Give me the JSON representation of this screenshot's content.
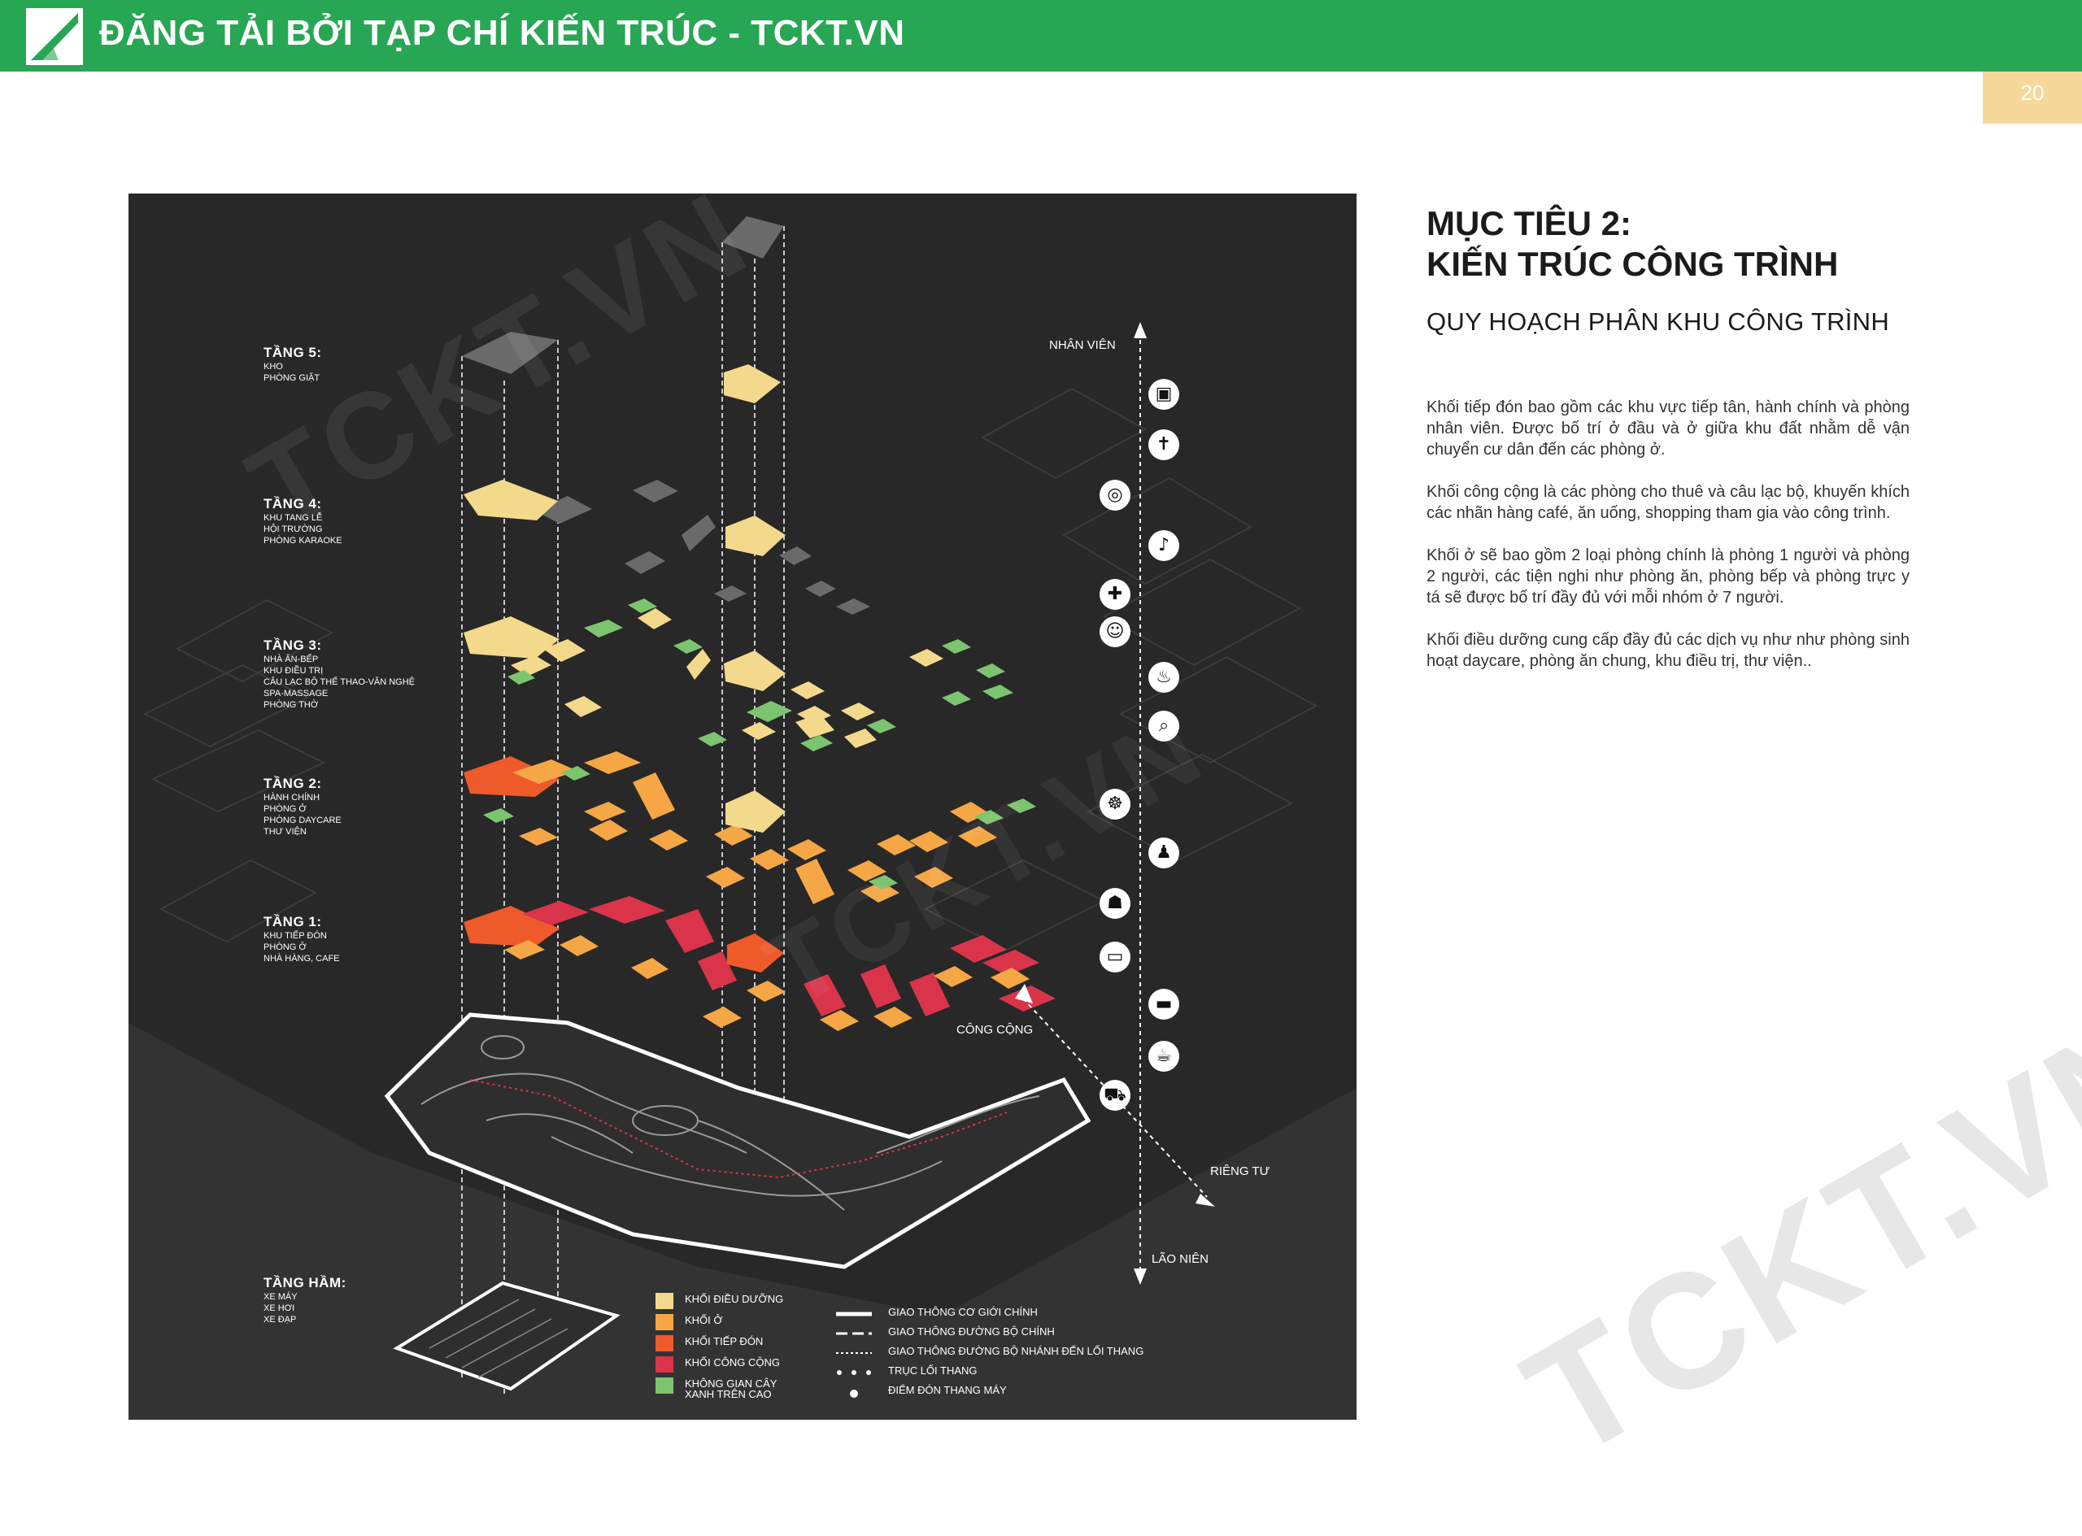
{
  "banner": {
    "title": "ĐĂNG TẢI BỞI TẠP CHÍ KIẾN TRÚC - TCKT.VN",
    "color": "#27a654"
  },
  "page_number": "20",
  "side": {
    "title_line1": "MỤC TIÊU 2:",
    "title_line2": "KIẾN TRÚC CÔNG TRÌNH",
    "subtitle": "QUY HOẠCH PHÂN KHU CÔNG TRÌNH",
    "paragraphs": [
      "Khối tiếp đón bao gồm các khu vực tiếp tân, hành chính và phòng nhân viên. Được bố trí ở đầu và ở giữa khu đất nhằm dễ vận chuyển cư dân đến các phòng ở.",
      "Khối công cộng là các phòng cho thuê và câu lạc bộ, khuyến khích các nhãn hàng café, ăn uống, shopping tham gia vào công trình.",
      "Khối ở sẽ bao gồm 2 loại phòng chính là phòng 1 người và phòng 2 người, các tiện nghi như phòng ăn, phòng bếp và phòng trực y tá sẽ được bố trí đầy đủ với mỗi nhóm ở 7 người.",
      "Khối điều dưỡng cung cấp đầy đủ các dịch vụ như như phòng sinh hoạt daycare, phòng ăn chung, khu điều trị, thư viện.."
    ]
  },
  "floors": [
    {
      "title": "TẦNG 5:",
      "lines": [
        "KHO",
        "PHÒNG GIẶT"
      ]
    },
    {
      "title": "TẦNG 4:",
      "lines": [
        "KHU TANG LỄ",
        "HỘI TRƯỜNG",
        "PHÒNG KARAOKE"
      ]
    },
    {
      "title": "TẦNG 3:",
      "lines": [
        "NHÀ ĂN-BẾP",
        "KHU ĐIỀU TRỊ",
        "CÂU LẠC BỘ THỂ THAO-VĂN NGHỆ",
        "SPA-MASSAGE",
        "PHÒNG THỜ"
      ]
    },
    {
      "title": "TẦNG 2:",
      "lines": [
        "HÀNH CHÍNH",
        "PHÒNG Ở",
        "PHÒNG DAYCARE",
        "THƯ VIỆN"
      ]
    },
    {
      "title": "TẦNG 1:",
      "lines": [
        "KHU TIẾP ĐÓN",
        "PHÒNG Ở",
        "NHÀ HÀNG, CAFE"
      ]
    },
    {
      "title": "TẦNG HẦM:",
      "lines": [
        "XE MÁY",
        "XE HƠI",
        "XE ĐẠP"
      ]
    }
  ],
  "axes": {
    "top": "NHÂN VIÊN",
    "bottom": "LÃO NIÊN",
    "public": "CÔNG CỘNG",
    "private": "RIÊNG TƯ"
  },
  "icons": [
    {
      "name": "washing-machine-icon",
      "glyph": "▣"
    },
    {
      "name": "coffin-icon",
      "glyph": "✝"
    },
    {
      "name": "film-reel-icon",
      "glyph": "◎"
    },
    {
      "name": "microphone-icon",
      "glyph": "♪"
    },
    {
      "name": "hospital-bed-icon",
      "glyph": "✚"
    },
    {
      "name": "nurse-icon",
      "glyph": "☺"
    },
    {
      "name": "massage-icon",
      "glyph": "♨"
    },
    {
      "name": "search-icon",
      "glyph": "⌕"
    },
    {
      "name": "prayer-icon",
      "glyph": "☸"
    },
    {
      "name": "dining-icon",
      "glyph": "♟"
    },
    {
      "name": "reading-icon",
      "glyph": "☗"
    },
    {
      "name": "monitor-icon",
      "glyph": "▭"
    },
    {
      "name": "bed-icon",
      "glyph": "▬"
    },
    {
      "name": "coffee-cup-icon",
      "glyph": "☕"
    },
    {
      "name": "shopping-cart-icon",
      "glyph": "⛟"
    }
  ],
  "legend": [
    {
      "label": "KHỐI ĐIỀU DƯỠNG",
      "color": "#f3d98c"
    },
    {
      "label": "KHỐI Ở",
      "color": "#f5a645"
    },
    {
      "label": "KHỐI TIẾP ĐÓN",
      "color": "#ef5a2a"
    },
    {
      "label": "KHỐI CÔNG CỘNG",
      "color": "#d9344a"
    },
    {
      "label": "KHÔNG GIAN CÂY XANH TRÊN CAO",
      "color": "#7cc46f"
    }
  ],
  "line_legend": [
    {
      "label": "GIAO THÔNG CƠ GIỚI CHÍNH",
      "style": "solid"
    },
    {
      "label": "GIAO THÔNG ĐƯỜNG BỘ CHÍNH",
      "style": "dashed"
    },
    {
      "label": "GIAO THÔNG ĐƯỜNG BỘ NHÁNH ĐẾN LỐI THANG",
      "style": "dotted"
    },
    {
      "label": "TRỤC LỐI THANG",
      "style": "dots"
    },
    {
      "label": "ĐIỂM ĐÓN THANG MÁY",
      "style": "point"
    }
  ],
  "watermark": "TCKT.VN"
}
